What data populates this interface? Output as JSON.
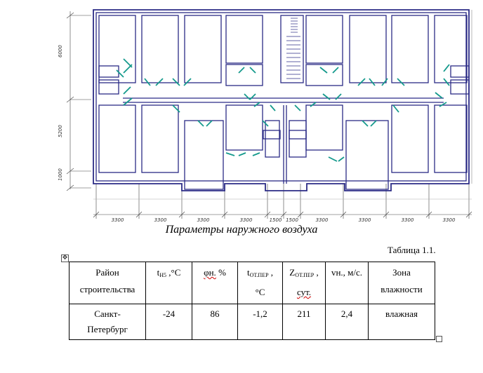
{
  "drawing": {
    "dims_vertical": [
      "6000",
      "5200",
      "1000"
    ],
    "dims_horizontal": [
      "3300",
      "3300",
      "3300",
      "3300",
      "1500",
      "1500",
      "3300",
      "3300",
      "3300",
      "3300"
    ],
    "line_color": "#2b2b86",
    "door_color": "#159a8c",
    "dim_color": "#444444"
  },
  "heading": "Параметры наружного воздуха",
  "table_caption": "Таблица 1.1.",
  "table": {
    "h1": [
      "Район",
      "строительства"
    ],
    "h2": {
      "t": "t",
      "sub": "Н5",
      "rest": " ,°С"
    },
    "h3": {
      "main": "φн.",
      "rest": " %"
    },
    "h4": {
      "t": "t",
      "sub": "ОТ.ПЕР",
      "rest": " ,",
      "line2": "°С"
    },
    "h5": {
      "t": "Z",
      "sub": "ОТ.ПЕР",
      "rest": " ,",
      "line2": "сут."
    },
    "h6": "vн., м/с.",
    "h7": [
      "Зона",
      "влажности"
    ],
    "row": {
      "city": [
        "Санкт-",
        "Петербург"
      ],
      "t": "-24",
      "phi": "86",
      "top": "-1,2",
      "z": "211",
      "v": "2,4",
      "zone": "влажная"
    }
  }
}
